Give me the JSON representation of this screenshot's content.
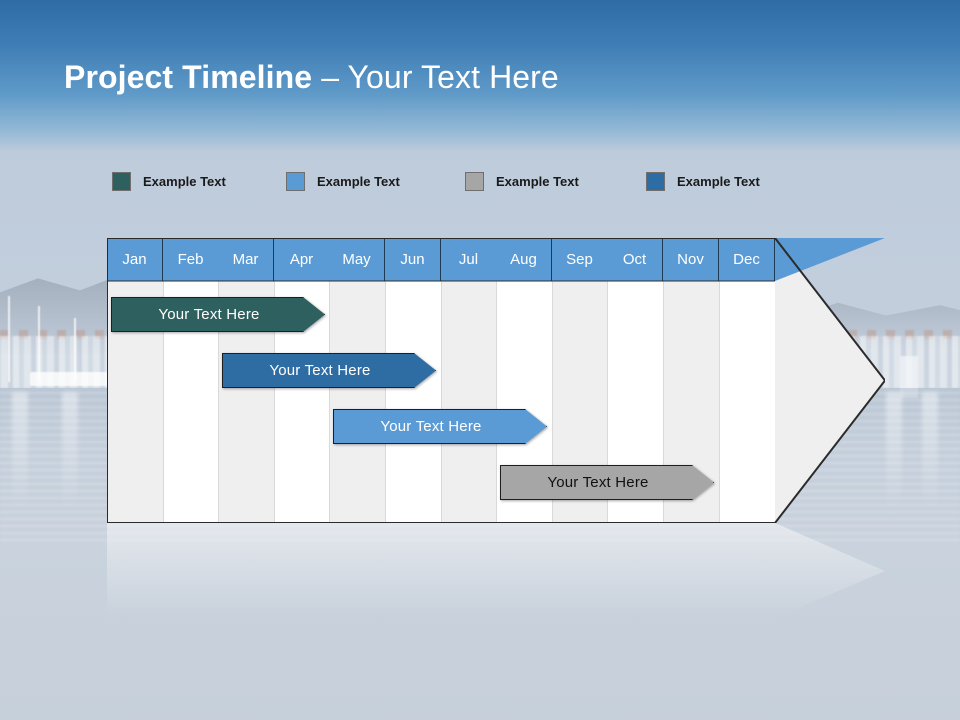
{
  "slide": {
    "title_strong": "Project Timeline",
    "title_light": " – Your Text Here",
    "background_top_color": "#3d7cb4",
    "background_bottom_color": "#c6cfda"
  },
  "legend": {
    "items": [
      {
        "label": "Example Text",
        "color": "#2e605f",
        "x": 0
      },
      {
        "label": "Example Text",
        "color": "#5b9bd5",
        "x": 174
      },
      {
        "label": "Example Text",
        "color": "#a6a6a6",
        "x": 353
      },
      {
        "label": "Example Text",
        "color": "#2e6da4",
        "x": 534
      }
    ]
  },
  "timeline": {
    "months": [
      "Jan",
      "Feb",
      "Mar",
      "Apr",
      "May",
      "Jun",
      "Jul",
      "Aug",
      "Sep",
      "Oct",
      "Nov",
      "Dec"
    ],
    "header_color": "#5b9bd5",
    "header_text_color": "#ffffff",
    "body_color": "#efeff0",
    "stripe_color": "#ffffff",
    "bars": [
      {
        "label": "Your  Text Here",
        "color": "#2e605f",
        "start_month": "Jan",
        "end_month": "Apr",
        "row": 0,
        "text_color": "#ffffff"
      },
      {
        "label": "Your  Text Here",
        "color": "#2e6da4",
        "start_month": "Mar",
        "end_month": "Jun",
        "row": 1,
        "text_color": "#ffffff"
      },
      {
        "label": "Your  Text Here",
        "color": "#5b9bd5",
        "start_month": "May",
        "end_month": "Aug",
        "row": 2,
        "text_color": "#ffffff"
      },
      {
        "label": "Your  Text Here",
        "color": "#a6a6a6",
        "start_month": "Aug",
        "end_month": "Nov",
        "row": 3,
        "text_color": "#111111"
      }
    ]
  },
  "chart_data": {
    "type": "bar",
    "title": "Project Timeline – Your Text Here",
    "categories": [
      "Jan",
      "Feb",
      "Mar",
      "Apr",
      "May",
      "Jun",
      "Jul",
      "Aug",
      "Sep",
      "Oct",
      "Nov",
      "Dec"
    ],
    "xlabel": "",
    "ylabel": "",
    "series": [
      {
        "name": "Example Text",
        "color": "#2e605f",
        "start": 1,
        "end": 4,
        "label": "Your  Text Here"
      },
      {
        "name": "Example Text",
        "color": "#2e6da4",
        "start": 3,
        "end": 6,
        "label": "Your  Text Here"
      },
      {
        "name": "Example Text",
        "color": "#5b9bd5",
        "start": 5,
        "end": 8,
        "label": "Your  Text Here"
      },
      {
        "name": "Example Text",
        "color": "#a6a6a6",
        "start": 8,
        "end": 11,
        "label": "Your  Text Here"
      }
    ],
    "legend_position": "top",
    "grid": true
  }
}
